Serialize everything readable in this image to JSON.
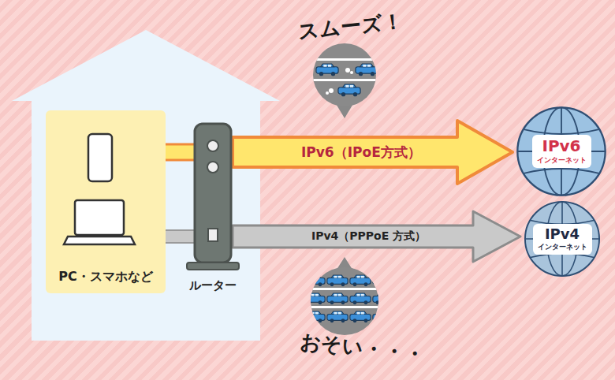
{
  "diagram": {
    "nodes": [
      {
        "text": [
          "PC・スマホなど"
        ]
      },
      {
        "text": [
          "ルーター"
        ]
      },
      {
        "text": [
          "IPv6",
          "インターネット"
        ]
      },
      {
        "text": [
          "IPv4",
          "インターネット"
        ]
      }
    ],
    "edges": [
      {
        "from": 1,
        "to": 2,
        "arrow": "to",
        "label": "IPv6（IPoE方式）"
      },
      {
        "from": 1,
        "to": 3,
        "arrow": "to",
        "label": "IPv4（PPPoE 方式）"
      }
    ],
    "labels": [
      "スムーズ！",
      "おそい・・・"
    ]
  }
}
